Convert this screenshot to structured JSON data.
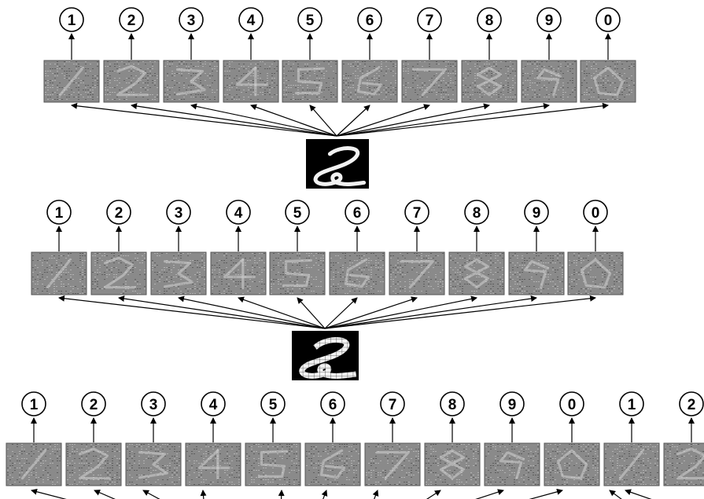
{
  "colors": {
    "background": "#ffffff",
    "line": "#000000",
    "filter_base": "#8a8a8a",
    "filter_light": "#d4d4d4",
    "filter_dark": "#3a3a3a",
    "digit_background": "#000000",
    "digit_stroke": "#f2f2f2"
  },
  "input_digit": "2",
  "rows": [
    {
      "name": "row-1",
      "labels": [
        "1",
        "2",
        "3",
        "4",
        "5",
        "6",
        "7",
        "8",
        "9",
        "0"
      ],
      "input_image": "handwritten-digit-2"
    },
    {
      "name": "row-2",
      "labels": [
        "1",
        "2",
        "3",
        "4",
        "5",
        "6",
        "7",
        "8",
        "9",
        "0"
      ],
      "input_image": "handwritten-digit-2-pixelated"
    },
    {
      "name": "row-3",
      "labels": [
        "1",
        "2",
        "3",
        "4",
        "5",
        "6",
        "7",
        "8",
        "9",
        "0",
        "1",
        "2"
      ],
      "input_image": null
    }
  ]
}
